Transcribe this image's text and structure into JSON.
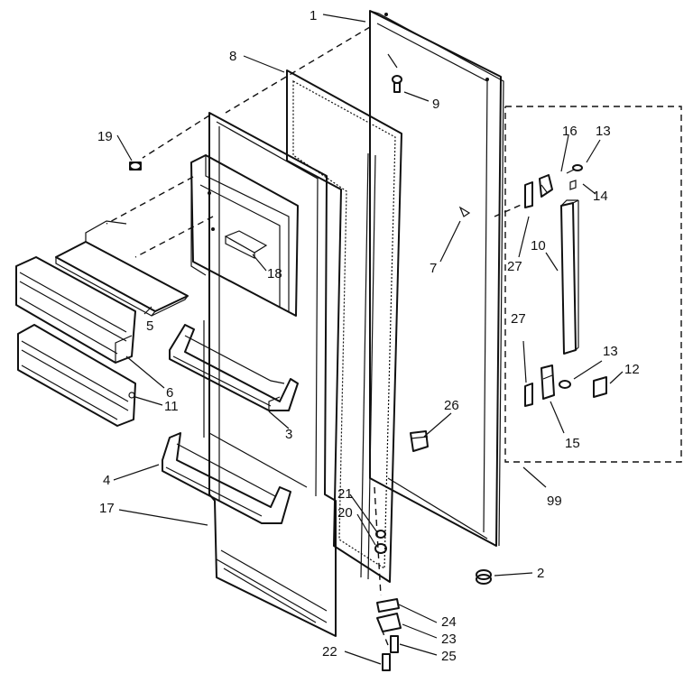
{
  "callouts": [
    {
      "id": "c1",
      "text": "1"
    },
    {
      "id": "c2",
      "text": "2"
    },
    {
      "id": "c3",
      "text": "3"
    },
    {
      "id": "c4",
      "text": "4"
    },
    {
      "id": "c5",
      "text": "5"
    },
    {
      "id": "c6",
      "text": "6"
    },
    {
      "id": "c7",
      "text": "7"
    },
    {
      "id": "c8",
      "text": "8"
    },
    {
      "id": "c9",
      "text": "9"
    },
    {
      "id": "c10",
      "text": "10"
    },
    {
      "id": "c11",
      "text": "11"
    },
    {
      "id": "c12",
      "text": "12"
    },
    {
      "id": "c13a",
      "text": "13"
    },
    {
      "id": "c13b",
      "text": "13"
    },
    {
      "id": "c14",
      "text": "14"
    },
    {
      "id": "c15",
      "text": "15"
    },
    {
      "id": "c16",
      "text": "16"
    },
    {
      "id": "c17",
      "text": "17"
    },
    {
      "id": "c18",
      "text": "18"
    },
    {
      "id": "c19",
      "text": "19"
    },
    {
      "id": "c20",
      "text": "20"
    },
    {
      "id": "c21",
      "text": "21"
    },
    {
      "id": "c22",
      "text": "22"
    },
    {
      "id": "c23",
      "text": "23"
    },
    {
      "id": "c24",
      "text": "24"
    },
    {
      "id": "c25",
      "text": "25"
    },
    {
      "id": "c26",
      "text": "26"
    },
    {
      "id": "c27a",
      "text": "27"
    },
    {
      "id": "c27b",
      "text": "27"
    },
    {
      "id": "c99",
      "text": "99"
    }
  ]
}
